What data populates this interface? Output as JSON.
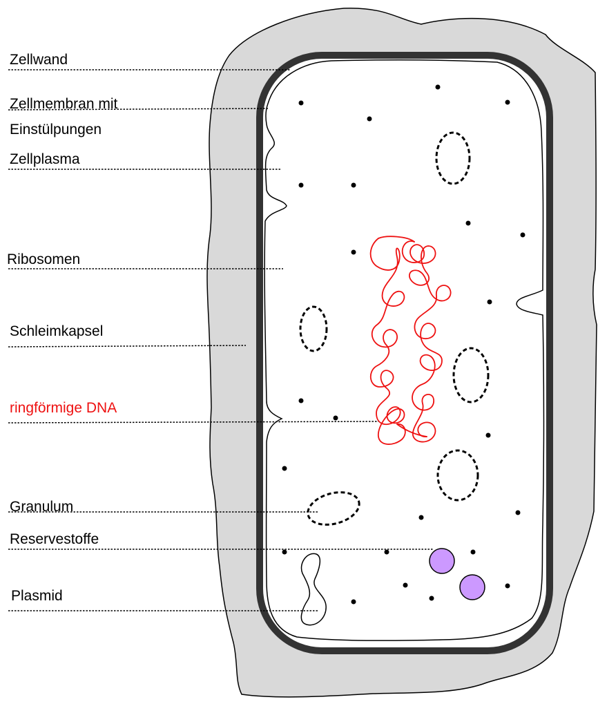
{
  "labels": {
    "cell_wall": "Zellwand",
    "membrane_line1": "Zellmembran mit",
    "membrane_line2": "Einstülpungen",
    "cytoplasm": "Zellplasma",
    "ribosomes": "Ribosomen",
    "slime_capsule": "Schleimkapsel",
    "dna": "ringförmige DNA",
    "granule": "Granulum",
    "reserve": "Reservestoffe",
    "plasmid": "Plasmid"
  },
  "colors": {
    "capsule_fill": "#d9d9d9",
    "cell_wall": "#333333",
    "dna": "#ee1111",
    "reserve_fill": "#cc99ff",
    "leader_line": "#000000"
  }
}
